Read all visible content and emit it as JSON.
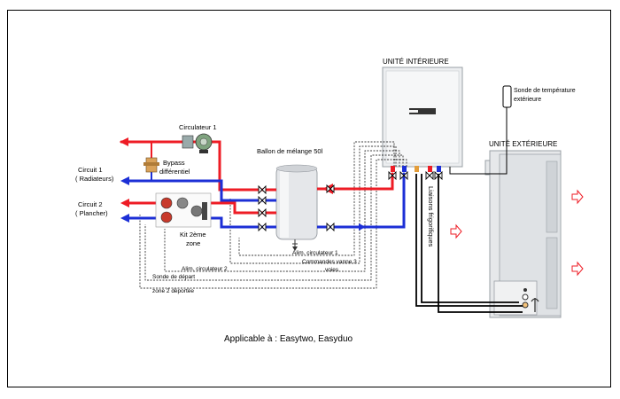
{
  "labels": {
    "unite_interieure": "UNITÉ INTÉRIEURE",
    "unite_exterieure": "UNITÉ EXTÉRIEURE",
    "sonde_temp_1": "Sonde de température",
    "sonde_temp_2": "extérieure",
    "circulateur": "Circulateur 1",
    "ballon": "Ballon de mélange 50l",
    "bypass_1": "Bypass",
    "bypass_2": "différentiel",
    "circuit1_1": "Circuit 1",
    "circuit1_2": "( Radiateurs)",
    "circuit2_1": "Circuit 2",
    "circuit2_2": "( Plancher)",
    "kit_1": "Kit 2ème",
    "kit_2": "zone",
    "alim_circ1": "Alim. circulateur 1",
    "commandes_1": "Commandes vanne 3",
    "commandes_2": "voies",
    "alim_circ2": "Alim. circulateur 2",
    "sonde_depart_1": "Sonde de départ",
    "sonde_depart_2": "zone 2 déportée",
    "liaisons": "Liaisons frigorifiques"
  },
  "footer": {
    "applicable": "Applicable à : Easytwo, Easyduo"
  },
  "colors": {
    "hot": "#ee1c25",
    "cold": "#1c2fd6",
    "line": "#000000",
    "unit_body": "#eceef0"
  }
}
